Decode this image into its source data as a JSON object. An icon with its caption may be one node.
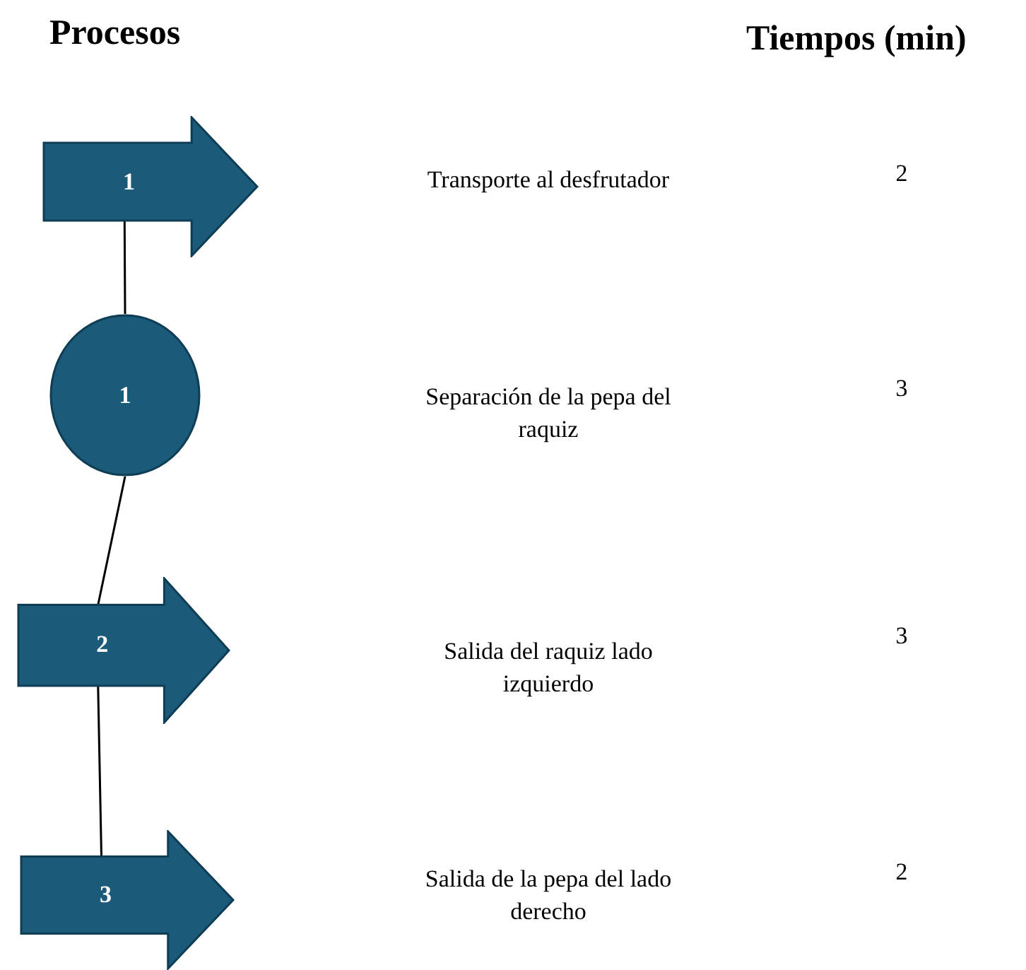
{
  "diagram": {
    "nodes": [
      {
        "text": [
          "1"
        ]
      },
      {
        "text": [
          "1"
        ]
      },
      {
        "text": [
          "2"
        ]
      },
      {
        "text": [
          "3"
        ]
      }
    ],
    "edges": [
      {
        "from": 0,
        "to": 1,
        "arrow": "none"
      },
      {
        "from": 1,
        "to": 2,
        "arrow": "none"
      },
      {
        "from": 2,
        "to": 3,
        "arrow": "none"
      }
    ],
    "labels": [
      "Procesos",
      "Tiempos (min)",
      "Transporte al desfrutador",
      "2",
      "Separación de la pepa del raquiz",
      "3",
      "Salida del raquiz lado izquierdo",
      "3",
      "Salida de la pepa del lado derecho",
      "2"
    ]
  }
}
